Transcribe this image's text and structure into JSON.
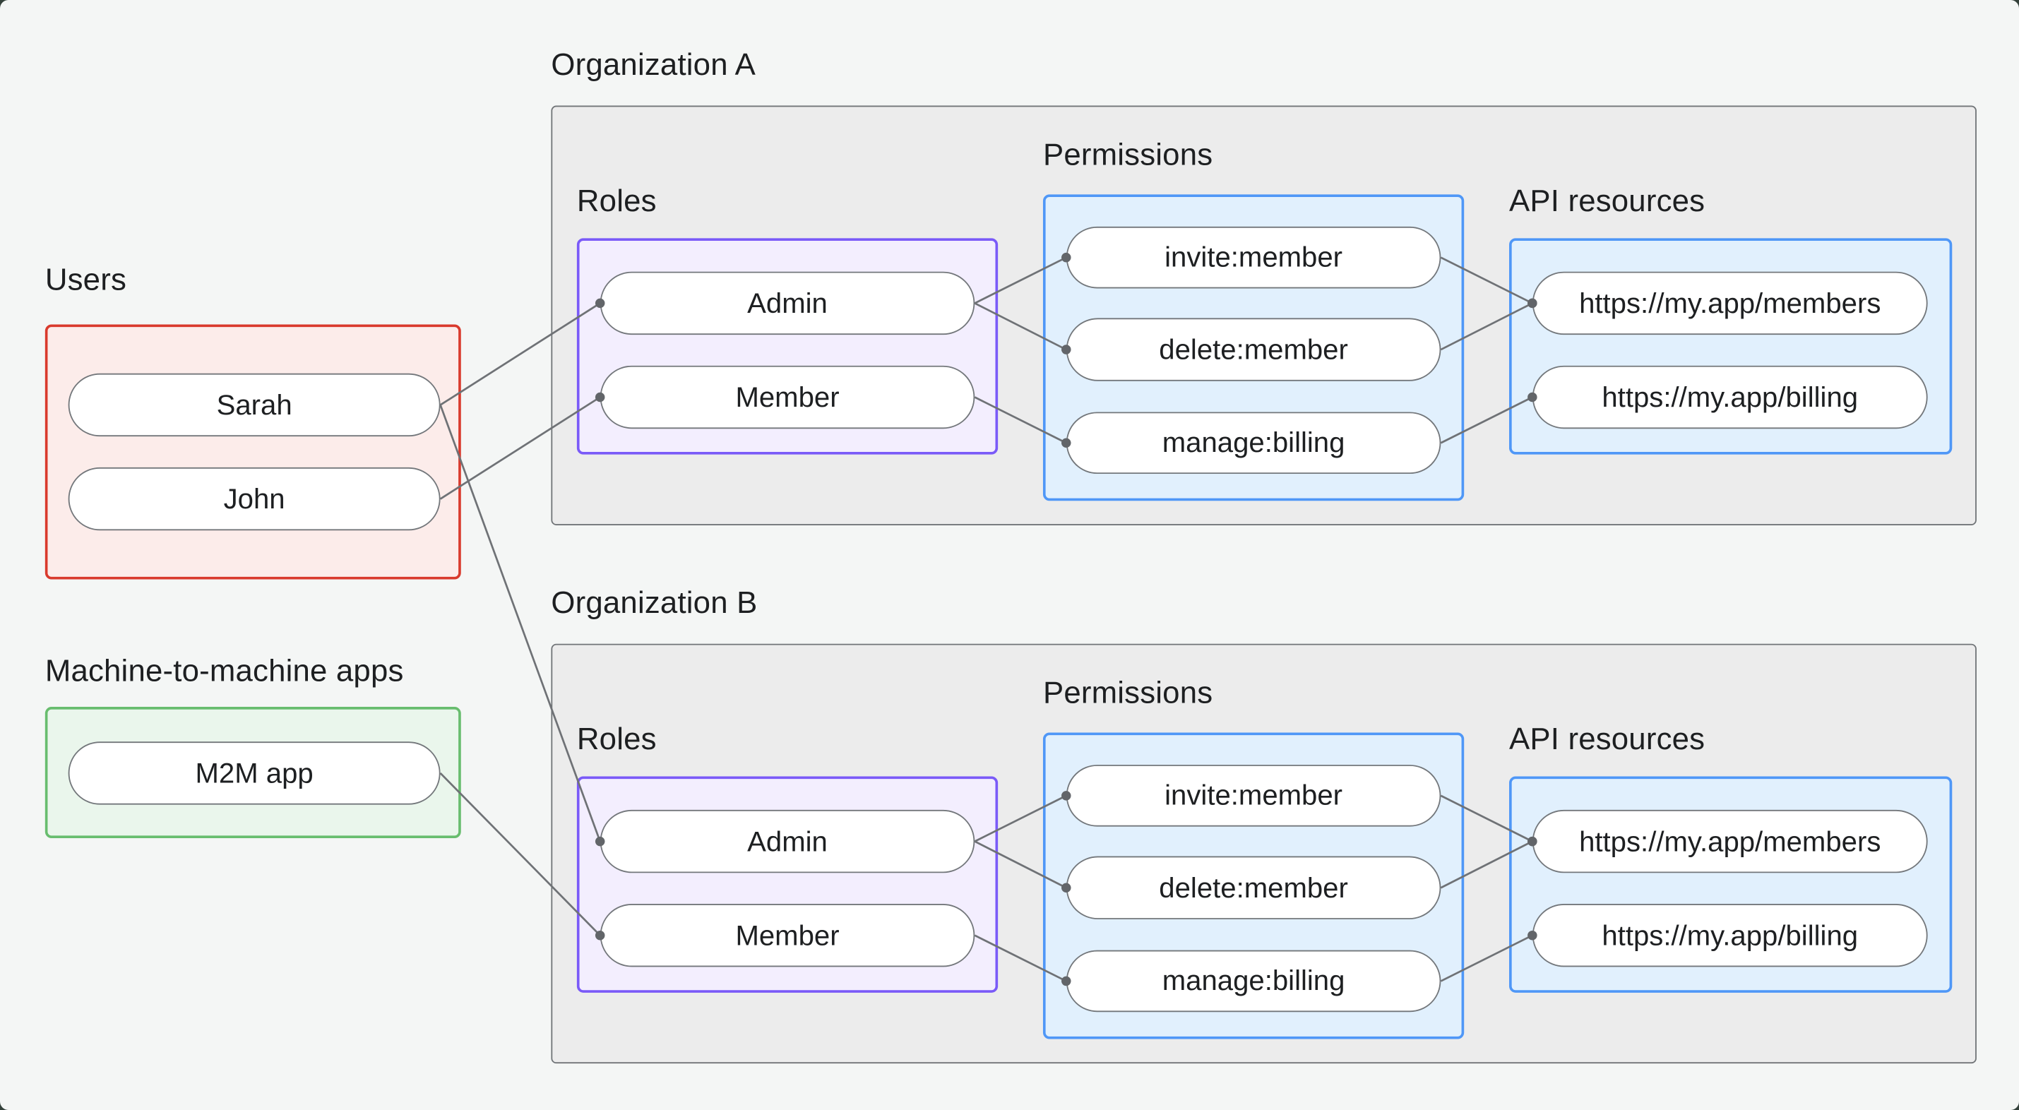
{
  "diagram": {
    "users": {
      "label": "Users",
      "items": [
        "Sarah",
        "John"
      ],
      "border_color": "#d93a2d",
      "fill_color": "#fcecea"
    },
    "m2m": {
      "label": "Machine-to-machine apps",
      "items": [
        "M2M app"
      ],
      "border_color": "#68bd6e",
      "fill_color": "#eaf6ec"
    },
    "org_a": {
      "title": "Organization A",
      "roles_label": "Roles",
      "permissions_label": "Permissions",
      "api_label": "API resources",
      "roles": [
        "Admin",
        "Member"
      ],
      "permissions": [
        "invite:member",
        "delete:member",
        "manage:billing"
      ],
      "resources": [
        "https://my.app/members",
        "https://my.app/billing"
      ]
    },
    "org_b": {
      "title": "Organization B",
      "roles_label": "Roles",
      "permissions_label": "Permissions",
      "api_label": "API resources",
      "roles": [
        "Admin",
        "Member"
      ],
      "permissions": [
        "invite:member",
        "delete:member",
        "manage:billing"
      ],
      "resources": [
        "https://my.app/members",
        "https://my.app/billing"
      ]
    },
    "styles": {
      "background": "#f4f6f5",
      "backdrop": "#34413a",
      "org_fill": "#ececec",
      "org_border": "#717578",
      "roles_fill": "#f3eefe",
      "roles_border": "#7a5af8",
      "permissions_fill": "#e1f0fd",
      "permissions_border": "#4f97f7",
      "pill_fill": "#ffffff",
      "pill_border": "#73777b",
      "edge_color": "#6f7276",
      "dot_color": "#626569",
      "text_color": "#1d1f21"
    },
    "edges": [
      {
        "from": "sarah",
        "to": "org_a_admin"
      },
      {
        "from": "john",
        "to": "org_a_member"
      },
      {
        "from": "sarah",
        "to": "org_b_admin"
      },
      {
        "from": "m2m_app",
        "to": "org_b_member"
      },
      {
        "from": "org_a_admin",
        "to": "org_a_invite"
      },
      {
        "from": "org_a_admin",
        "to": "org_a_delete"
      },
      {
        "from": "org_a_member",
        "to": "org_a_manage"
      },
      {
        "from": "org_a_invite",
        "to": "org_a_members_api"
      },
      {
        "from": "org_a_delete",
        "to": "org_a_members_api"
      },
      {
        "from": "org_a_manage",
        "to": "org_a_billing_api"
      },
      {
        "from": "org_b_admin",
        "to": "org_b_invite"
      },
      {
        "from": "org_b_admin",
        "to": "org_b_delete"
      },
      {
        "from": "org_b_member",
        "to": "org_b_manage"
      },
      {
        "from": "org_b_invite",
        "to": "org_b_members_api"
      },
      {
        "from": "org_b_delete",
        "to": "org_b_members_api"
      },
      {
        "from": "org_b_manage",
        "to": "org_b_billing_api"
      }
    ]
  }
}
